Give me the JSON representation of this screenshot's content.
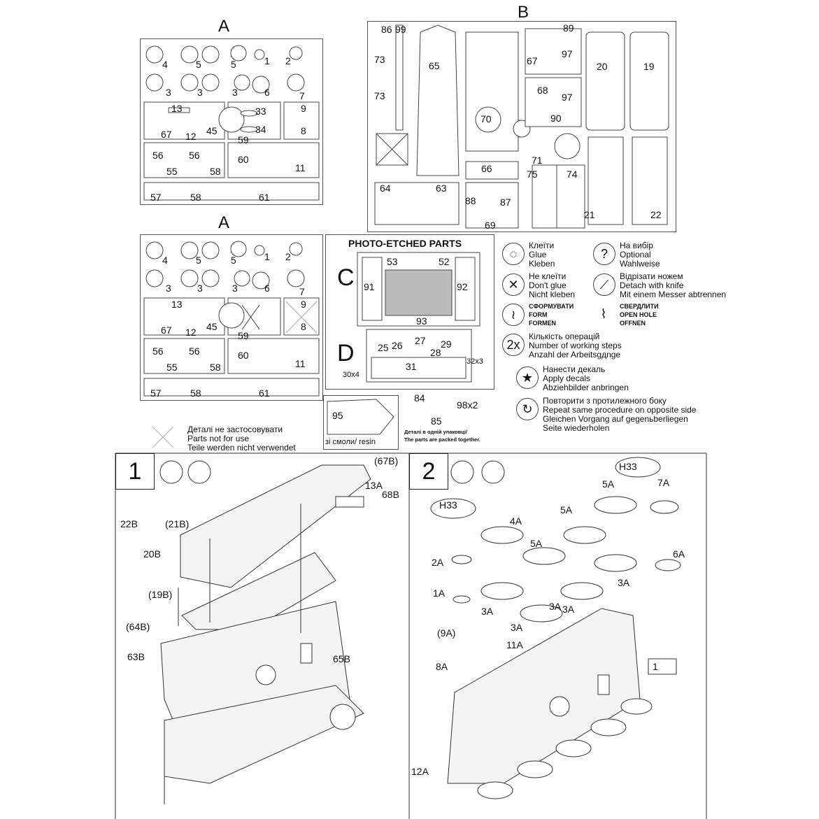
{
  "sprue_a": {
    "title": "A",
    "labels": [
      "4",
      "5",
      "3",
      "3",
      "5",
      "1",
      "2",
      "3",
      "6",
      "7",
      "13",
      "33",
      "9",
      "67",
      "12",
      "45",
      "34",
      "8",
      "59",
      "56",
      "56",
      "60",
      "55",
      "58",
      "11",
      "57",
      "58",
      "61"
    ]
  },
  "sprue_a2": {
    "title": "A",
    "labels": [
      "4",
      "5",
      "3",
      "3",
      "5",
      "1",
      "2",
      "3",
      "6",
      "7",
      "13",
      "9",
      "67",
      "12",
      "45",
      "8",
      "59",
      "56",
      "56",
      "60",
      "55",
      "58",
      "11",
      "57",
      "58",
      "61"
    ]
  },
  "sprue_b": {
    "title": "B",
    "labels": [
      "86",
      "99",
      "73",
      "73",
      "65",
      "70",
      "89",
      "97",
      "67",
      "97",
      "68",
      "90",
      "20",
      "19",
      "66",
      "71",
      "75",
      "74",
      "64",
      "63",
      "88",
      "87",
      "69",
      "21",
      "22"
    ]
  },
  "photo_etched": {
    "title": "PHOTO-ETCHED PARTS",
    "fret_c": "C",
    "fret_d": "D",
    "labels": [
      "53",
      "52",
      "91",
      "92",
      "93",
      "25",
      "26",
      "27",
      "29",
      "28",
      "31",
      "32x3",
      "30x4"
    ]
  },
  "resin": {
    "part": "95",
    "caption": "зі смоли/ resin"
  },
  "packed": {
    "labels": [
      "84",
      "85",
      "98x2"
    ],
    "caption_ua": "Деталі в одній упаковці/",
    "caption_en": "The parts are packed together."
  },
  "legend": [
    {
      "icon": "glue-icon",
      "lines": [
        "Клеїти",
        "Glue",
        "Kleben"
      ]
    },
    {
      "icon": "optional-icon",
      "lines": [
        "На вибір",
        "Optional",
        "Wahlweise"
      ]
    },
    {
      "icon": "no-glue-icon",
      "lines": [
        "Не клеїти",
        "Don't glue",
        "Nicht kleben"
      ]
    },
    {
      "icon": "knife-icon",
      "lines": [
        "Відрізати ножем",
        "Detach with knife",
        "Mit einem Messer abtrennen"
      ]
    },
    {
      "icon": "form-icon",
      "lines": [
        "СФОРМУВАТИ",
        "FORM",
        "FORMEN"
      ]
    },
    {
      "icon": "drill-icon",
      "lines": [
        "СВЕРДЛИТИ",
        "OPEN HOLE",
        "OFFNEN"
      ]
    },
    {
      "icon": "steps-count-icon",
      "icon_text": "2x",
      "lines": [
        "Кількість операцій",
        "Number of working steps",
        "Anzahl der Arbeitsgдnge"
      ]
    },
    {
      "icon": "decal-icon",
      "lines": [
        "Нанести декаль",
        "Apply decals",
        "Abziehbilder anbringen"
      ]
    },
    {
      "icon": "repeat-icon",
      "lines": [
        "Повторити з протилежного боку",
        "Repeat same procedure on opposite side",
        "Gleichen Vorgang auf gegenьberliegen",
        "Seite wiederholen"
      ]
    }
  ],
  "not_for_use": {
    "lines": [
      "Деталі не застосовувати",
      "Parts not for use",
      "Teile werden nicht verwendet"
    ]
  },
  "step1": {
    "number": "1",
    "callouts": [
      "(67B)",
      "68B",
      "13A",
      "22B",
      "(21B)",
      "20B",
      "(19B)",
      "(64B)",
      "63B",
      "65B"
    ]
  },
  "step2": {
    "number": "2",
    "callouts": [
      "H33",
      "H33",
      "7A",
      "5A",
      "5A",
      "4A",
      "5A",
      "2A",
      "6A",
      "1A",
      "3A",
      "3A",
      "3A",
      "3A",
      "3A",
      "(9A)",
      "11A",
      "8A",
      "1",
      "12A"
    ]
  }
}
